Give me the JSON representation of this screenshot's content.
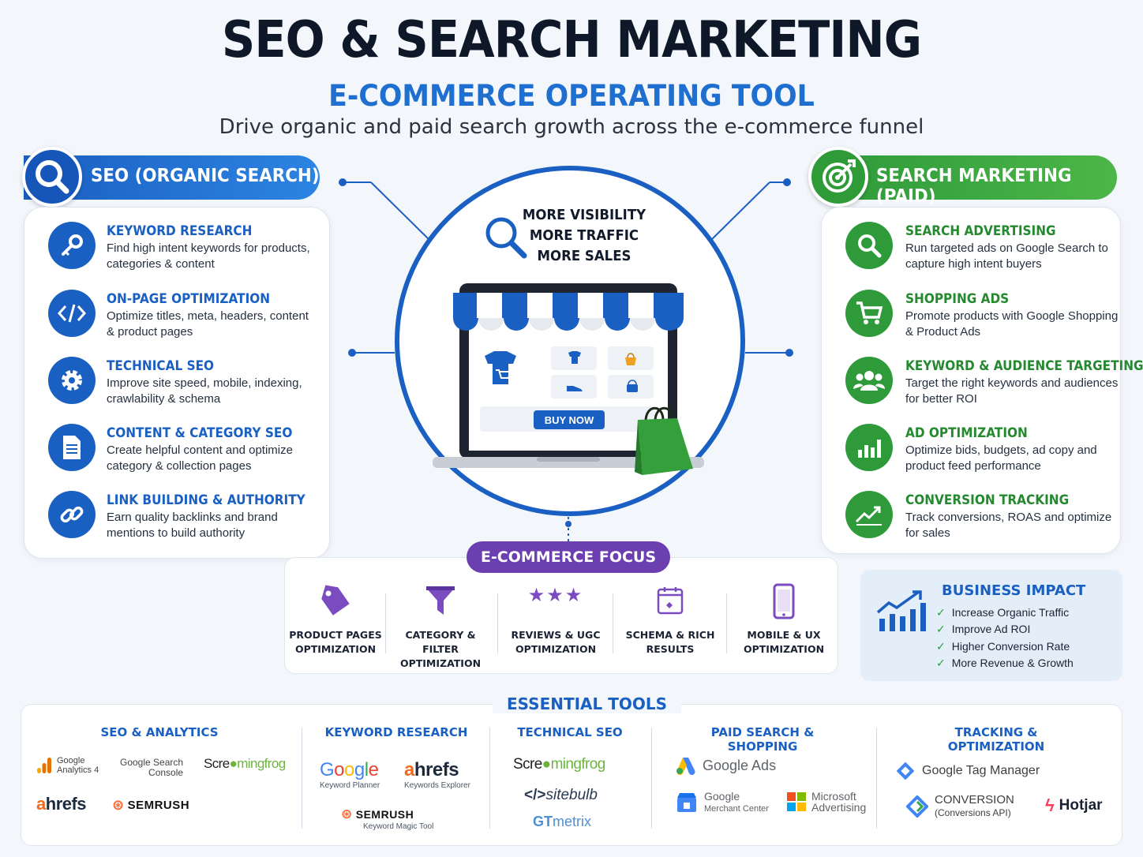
{
  "header": {
    "title": "SEO & SEARCH MARKETING",
    "subtitle": "E-COMMERCE OPERATING TOOL",
    "tagline": "Drive organic and paid search growth across the e-commerce funnel"
  },
  "colors": {
    "seo_blue": "#1a5fc2",
    "paid_green": "#2e9a3a",
    "focus_purple": "#6b3fb0"
  },
  "seo": {
    "label": "SEO (ORGANIC SEARCH)",
    "items": [
      {
        "title": "KEYWORD RESEARCH",
        "desc": "Find high intent keywords for products, categories & content",
        "icon": "key-icon"
      },
      {
        "title": "ON-PAGE OPTIMIZATION",
        "desc": "Optimize titles, meta, headers, content & product pages",
        "icon": "code-icon"
      },
      {
        "title": "TECHNICAL SEO",
        "desc": "Improve site speed, mobile, indexing, crawlability & schema",
        "icon": "gear-icon"
      },
      {
        "title": "CONTENT & CATEGORY SEO",
        "desc": "Create helpful content and optimize category & collection pages",
        "icon": "document-icon"
      },
      {
        "title": "LINK BUILDING & AUTHORITY",
        "desc": "Earn quality backlinks and brand mentions to build authority",
        "icon": "link-icon"
      }
    ]
  },
  "paid": {
    "label": "SEARCH MARKETING (PAID)",
    "items": [
      {
        "title": "SEARCH ADVERTISING",
        "desc": "Run targeted ads on Google Search to capture high intent buyers",
        "icon": "search-icon"
      },
      {
        "title": "SHOPPING ADS",
        "desc": "Promote products with Google Shopping & Product Ads",
        "icon": "cart-icon"
      },
      {
        "title": "KEYWORD & AUDIENCE TARGETING",
        "desc": "Target the right keywords and audiences for better ROI",
        "icon": "audience-icon"
      },
      {
        "title": "AD OPTIMIZATION",
        "desc": "Optimize bids, budgets, ad copy and product feed performance",
        "icon": "bar-chart-icon"
      },
      {
        "title": "CONVERSION TRACKING",
        "desc": "Track conversions, ROAS and optimize for sales",
        "icon": "trend-icon"
      }
    ]
  },
  "center": {
    "lines": [
      "MORE VISIBILITY",
      "MORE TRAFFIC",
      "MORE SALES"
    ],
    "buy_button": "BUY NOW"
  },
  "focus": {
    "label": "E-COMMERCE FOCUS",
    "items": [
      {
        "line1": "PRODUCT PAGES",
        "line2": "OPTIMIZATION",
        "icon": "tag-icon"
      },
      {
        "line1": "CATEGORY & FILTER",
        "line2": "OPTIMIZATION",
        "icon": "filter-icon"
      },
      {
        "line1": "REVIEWS & UGC",
        "line2": "OPTIMIZATION",
        "icon": "stars-icon"
      },
      {
        "line1": "SCHEMA & RICH",
        "line2": "RESULTS",
        "icon": "schema-icon"
      },
      {
        "line1": "MOBILE & UX",
        "line2": "OPTIMIZATION",
        "icon": "mobile-icon"
      }
    ]
  },
  "impact": {
    "title": "BUSINESS IMPACT",
    "items": [
      "Increase Organic Traffic",
      "Improve Ad ROI",
      "Higher Conversion Rate",
      "More Revenue & Growth"
    ]
  },
  "tools": {
    "title": "ESSENTIAL TOOLS",
    "categories": [
      "SEO & ANALYTICS",
      "KEYWORD RESEARCH",
      "TECHNICAL SEO",
      "PAID SEARCH & SHOPPING",
      "TRACKING & OPTIMIZATION"
    ],
    "logos": {
      "ga_line1": "Google",
      "ga_line2": "Analytics 4",
      "gsc_line1": "Google Search",
      "gsc_line2": "Console",
      "screaming": "Scre",
      "screaming_end": "mingfrog",
      "ahrefs_a": "a",
      "ahrefs_rest": "hrefs",
      "semrush": "SEMRUSH",
      "google": [
        "G",
        "o",
        "o",
        "g",
        "l",
        "e"
      ],
      "kp_sub": "Keyword Planner",
      "ke_sub": "Keywords Explorer",
      "kmt_sub": "Keyword Magic Tool",
      "sitebulb": "sitebulb",
      "gtmetrix_gt": "GT",
      "gtmetrix_rest": "metrix",
      "google_ads": "Google Ads",
      "gmc_line1": "Google",
      "gmc_line2": "Merchant Center",
      "msa_line1": "Microsoft",
      "msa_line2": "Advertising",
      "gtm": "Google Tag Manager",
      "capi_line1": "CONVERSION",
      "capi_line2": "(Conversions API)",
      "hotjar": "Hotjar"
    }
  }
}
